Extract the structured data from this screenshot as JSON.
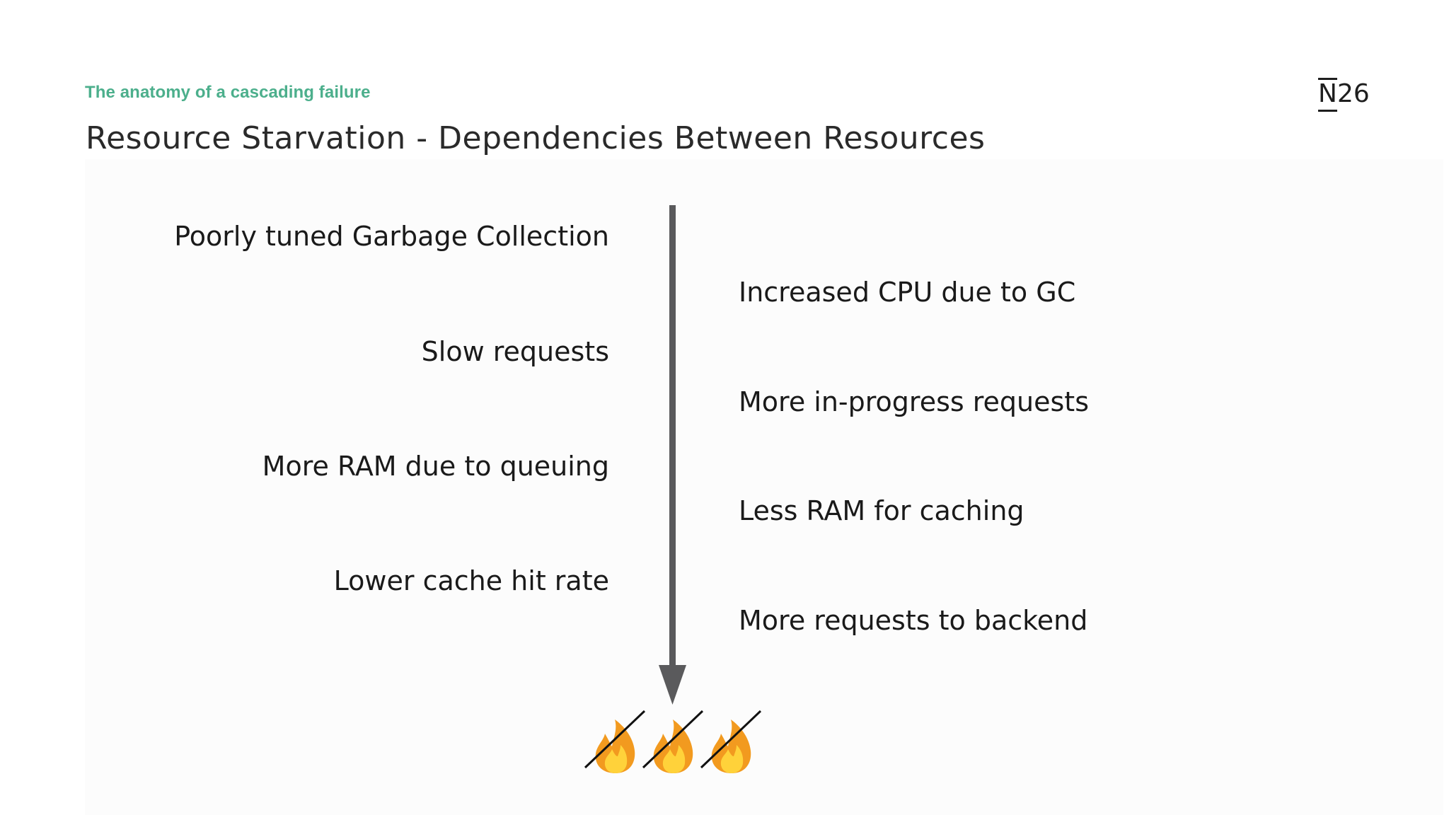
{
  "slide": {
    "eyebrow": "The anatomy of a cascading failure",
    "title": "Resource Starvation - Dependencies Between Resources",
    "logo": {
      "n": "N",
      "rest": "26"
    }
  },
  "left_items": [
    "Poorly tuned Garbage Collection",
    "Slow requests",
    "More RAM due to queuing",
    "Lower cache hit rate"
  ],
  "right_items": [
    "Increased CPU due to GC",
    "More in-progress requests",
    "Less RAM for caching",
    "More requests to backend"
  ],
  "fires": {
    "glyph": "🔥",
    "count": 3,
    "icon": "fire-icon"
  },
  "colors": {
    "accent": "#4caf8c",
    "arrow": "#5a5a5c",
    "text": "#1a1a1a",
    "flame_outer": "#f29a1f",
    "flame_inner": "#ffd23a"
  }
}
